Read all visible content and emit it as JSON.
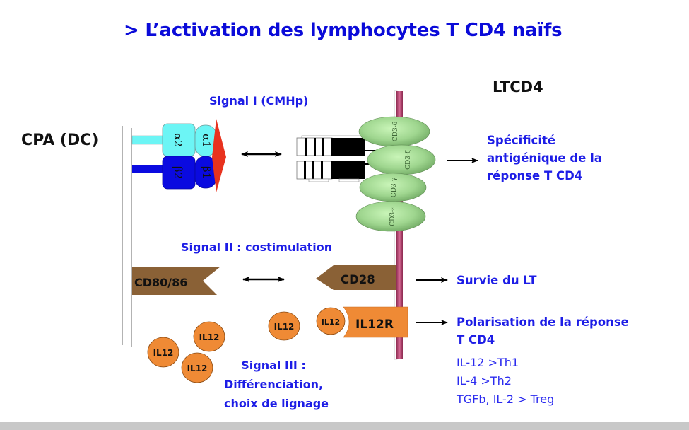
{
  "slide": {
    "title": "> L’activation des lymphocytes T CD4 naïfs"
  },
  "cells": {
    "apc_label": "CPA (DC)",
    "tcell_label": "LTCD4"
  },
  "signals": {
    "signal1": "Signal I (CMHp)",
    "signal2": "Signal II : costimulation",
    "signal3_lines": [
      "Signal III :",
      "Différenciation,",
      "choix de lignage"
    ]
  },
  "mhc": {
    "alpha2": "α2",
    "alpha1": "α1",
    "beta2": "β2",
    "beta1": "β1"
  },
  "cd3": {
    "delta": "CD3-δ",
    "zeta": "CD3-ζ",
    "gamma": "CD3-γ",
    "epsilon": "CD3-ε"
  },
  "molecules": {
    "cd80_86": "CD80/86",
    "cd28": "CD28",
    "il12r": "IL12R",
    "il12": "IL12"
  },
  "outcomes": {
    "specificity_lines": [
      "Spécificité",
      "antigénique de la",
      "réponse T CD4"
    ],
    "survival": "Survie du LT",
    "polarization_lines": [
      "Polarisation de la réponse",
      "T CD4"
    ],
    "polarization_details": [
      "IL-12 >Th1",
      "IL-4 >Th2",
      "TGFb, IL-2 > Treg"
    ]
  },
  "colors": {
    "title_blue": "#0b0bd9",
    "text_blue": "#1d1de6",
    "mhc_alpha": "#6cf5f5",
    "mhc_beta": "#0a0ae0",
    "peptide_red": "#e8321e",
    "cd3_green": "#9fd68f",
    "membrane_pink": "#c4557e",
    "costim_brown": "#8a6136",
    "il12_orange": "#ef8a35"
  }
}
